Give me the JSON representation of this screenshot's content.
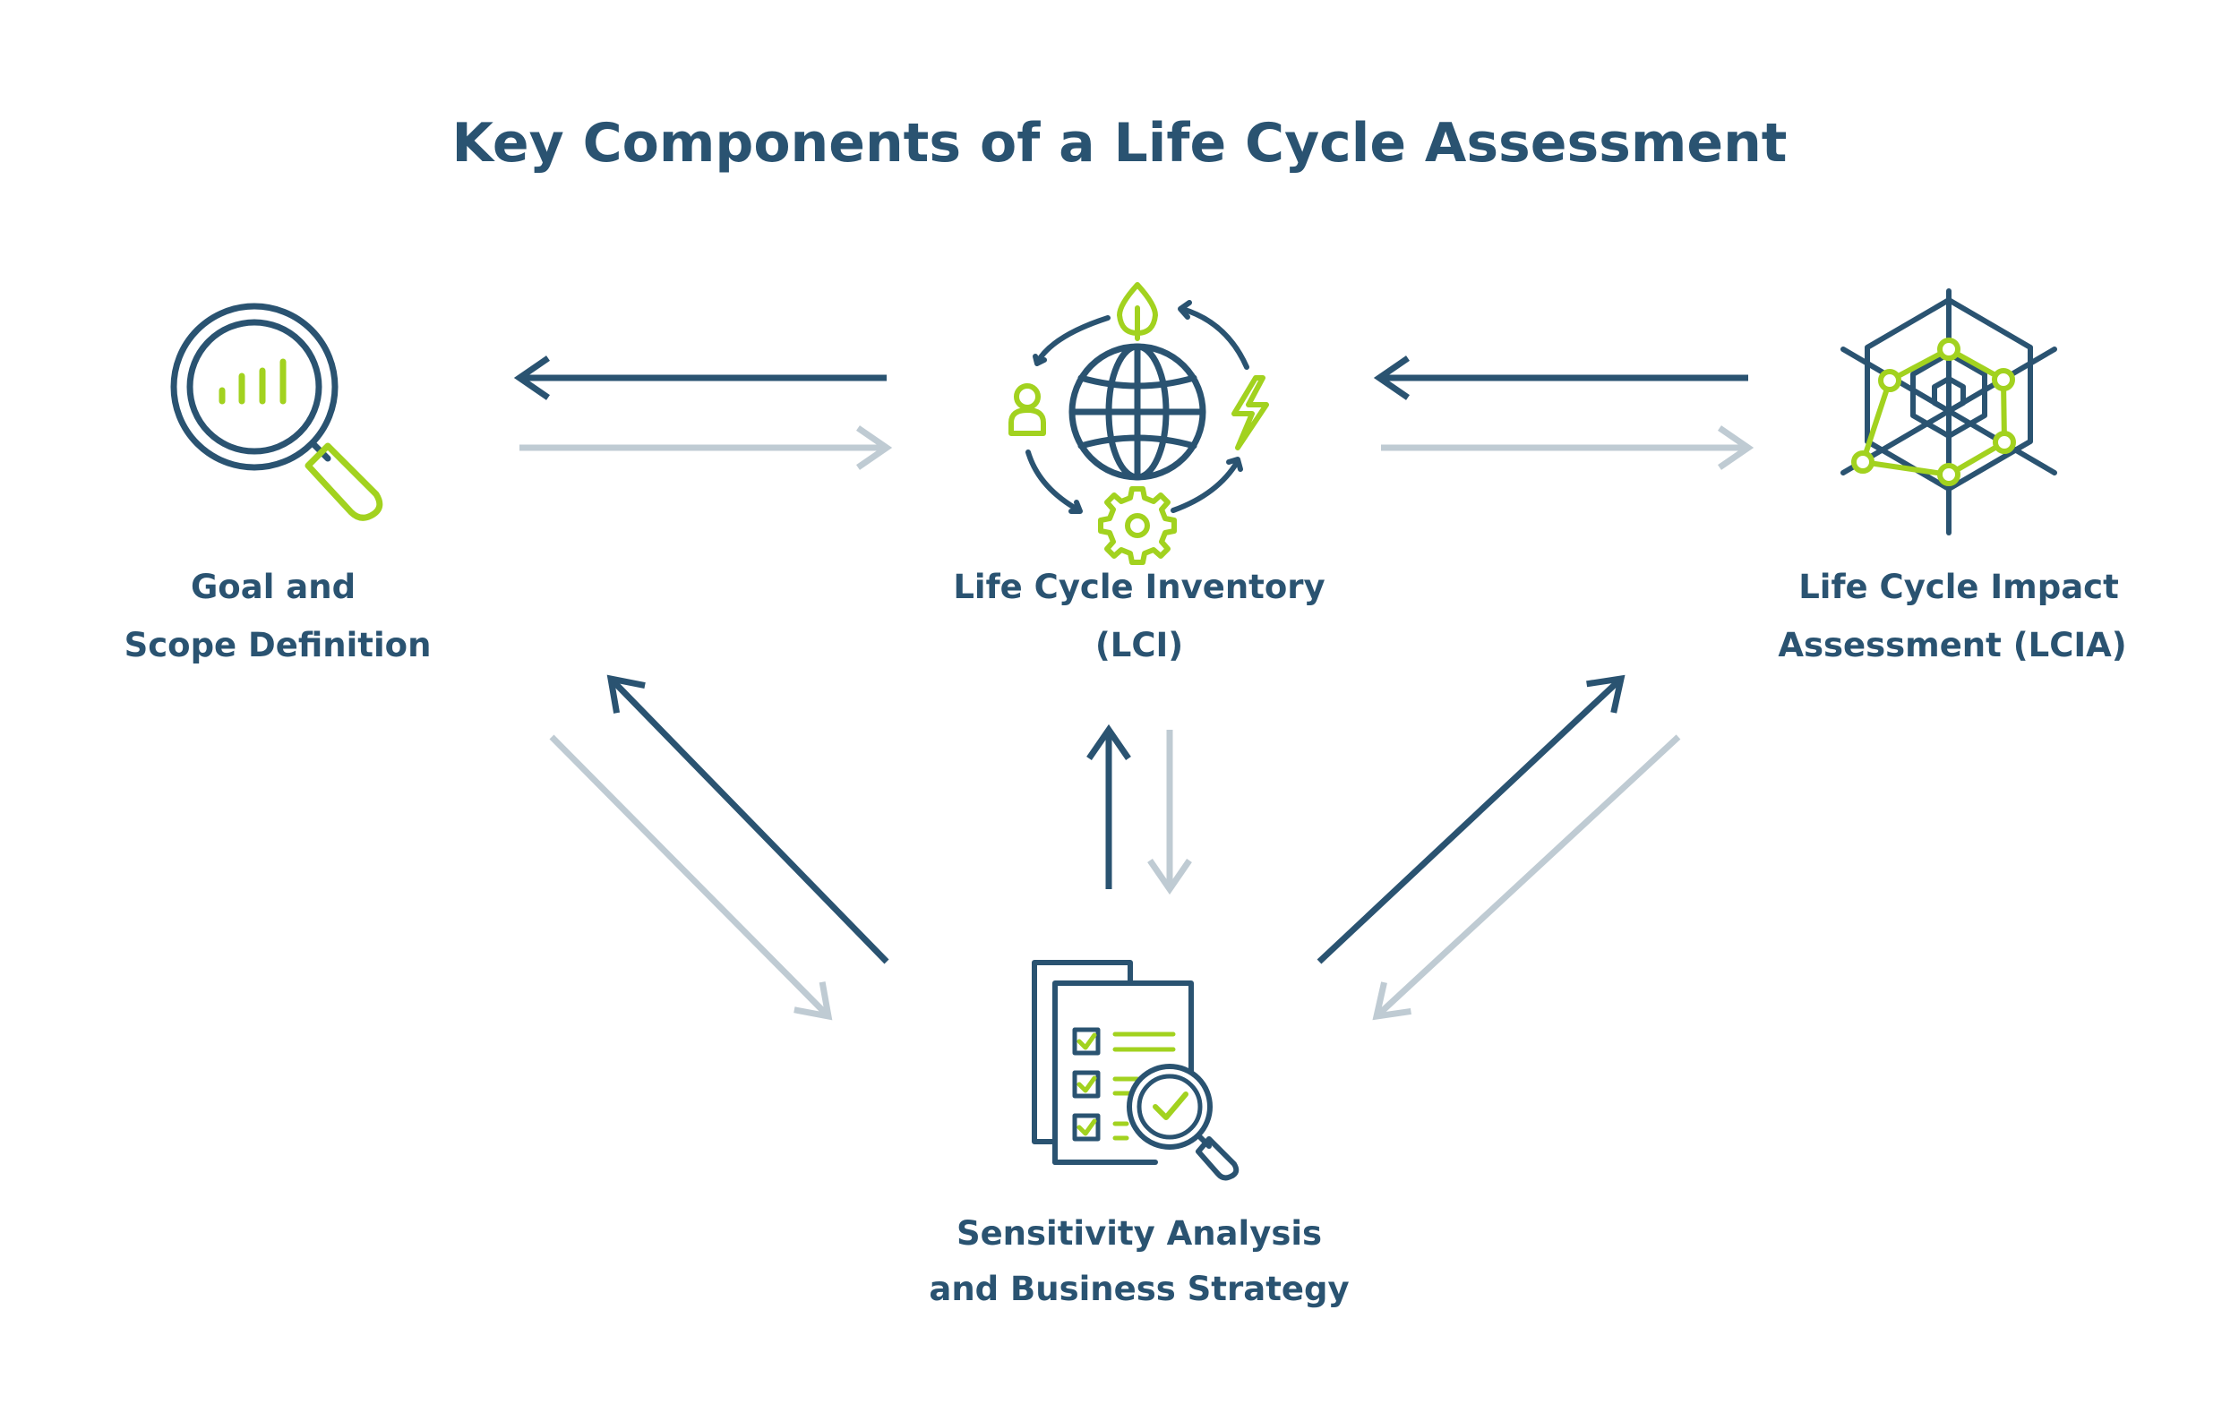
{
  "title": "Key Components of a Life Cycle Assessment",
  "nodes": {
    "goal": {
      "label_lines": [
        "Goal and",
        "Scope Definition"
      ],
      "icon": "magnifier-bar-chart-icon"
    },
    "lci": {
      "label_lines": [
        "Life Cycle Inventory",
        "(LCI)"
      ],
      "icon": "globe-cycle-icon"
    },
    "lcia": {
      "label_lines": [
        "Life Cycle Impact",
        "Assessment (LCIA)"
      ],
      "icon": "radar-chart-icon"
    },
    "sensitivity": {
      "label_lines": [
        "Sensitivity Analysis",
        "and Business Strategy"
      ],
      "icon": "checklist-magnifier-icon"
    }
  },
  "colors": {
    "primary": "#2a5371",
    "accent": "#a2d21f",
    "muted": "#bfcbd3",
    "background": "#ffffff"
  }
}
